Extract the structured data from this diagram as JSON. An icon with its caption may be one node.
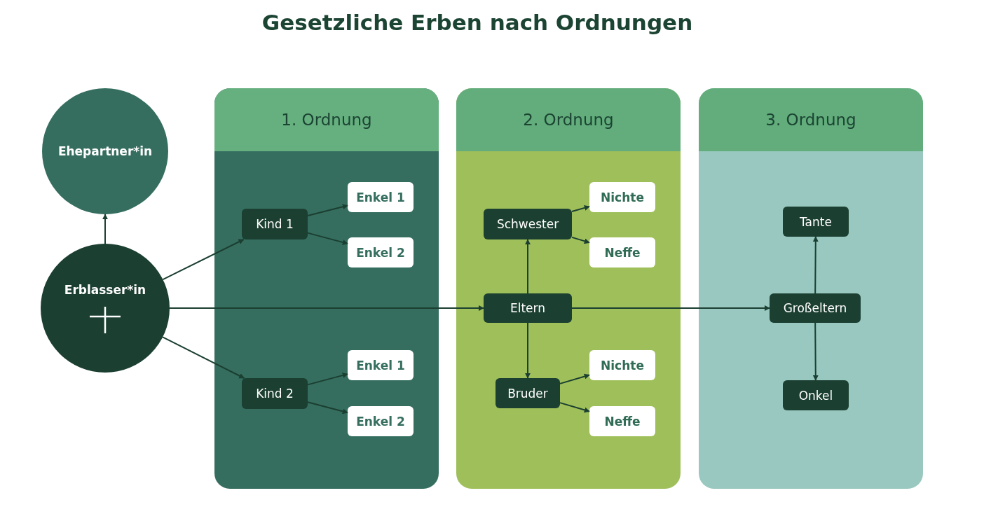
{
  "diagram": {
    "title": "Gesetzliche Erben nach Ordnungen",
    "nodes": [
      {
        "text": [
          "Ehepartner*in"
        ]
      },
      {
        "text": [
          "Erblasser*in"
        ]
      },
      {
        "text": [
          "1. Ordnung"
        ]
      },
      {
        "text": [
          "Kind 1"
        ],
        "in": 2
      },
      {
        "text": [
          "Enkel 1"
        ],
        "in": 2
      },
      {
        "text": [
          "Enkel 2"
        ],
        "in": 2
      },
      {
        "text": [
          "Kind 2"
        ],
        "in": 2
      },
      {
        "text": [
          "Enkel 1"
        ],
        "in": 2
      },
      {
        "text": [
          "Enkel 2"
        ],
        "in": 2
      },
      {
        "text": [
          "2. Ordnung"
        ]
      },
      {
        "text": [
          "Schwester"
        ],
        "in": 9
      },
      {
        "text": [
          "Nichte"
        ],
        "in": 9
      },
      {
        "text": [
          "Neffe"
        ],
        "in": 9
      },
      {
        "text": [
          "Eltern"
        ],
        "in": 9
      },
      {
        "text": [
          "Bruder"
        ],
        "in": 9
      },
      {
        "text": [
          "Nichte"
        ],
        "in": 9
      },
      {
        "text": [
          "Neffe"
        ],
        "in": 9
      },
      {
        "text": [
          "3. Ordnung"
        ]
      },
      {
        "text": [
          "Tante"
        ],
        "in": 17
      },
      {
        "text": [
          "Großeltern"
        ],
        "in": 17
      },
      {
        "text": [
          "Onkel"
        ],
        "in": 17
      }
    ],
    "edges": [
      {
        "from": 1,
        "to": 0,
        "arrow": "to"
      },
      {
        "from": 1,
        "to": 3,
        "arrow": "to"
      },
      {
        "from": 1,
        "to": 6,
        "arrow": "to"
      },
      {
        "from": 3,
        "to": 4,
        "arrow": "to"
      },
      {
        "from": 3,
        "to": 5,
        "arrow": "to"
      },
      {
        "from": 6,
        "to": 7,
        "arrow": "to"
      },
      {
        "from": 6,
        "to": 8,
        "arrow": "to"
      },
      {
        "from": 1,
        "to": 13,
        "arrow": "to"
      },
      {
        "from": 13,
        "to": 10,
        "arrow": "to"
      },
      {
        "from": 13,
        "to": 14,
        "arrow": "to"
      },
      {
        "from": 10,
        "to": 11,
        "arrow": "to"
      },
      {
        "from": 10,
        "to": 12,
        "arrow": "to"
      },
      {
        "from": 14,
        "to": 15,
        "arrow": "to"
      },
      {
        "from": 14,
        "to": 16,
        "arrow": "to"
      },
      {
        "from": 13,
        "to": 19,
        "arrow": "to"
      },
      {
        "from": 19,
        "to": 18,
        "arrow": "to"
      },
      {
        "from": 19,
        "to": 20,
        "arrow": "to"
      }
    ]
  }
}
